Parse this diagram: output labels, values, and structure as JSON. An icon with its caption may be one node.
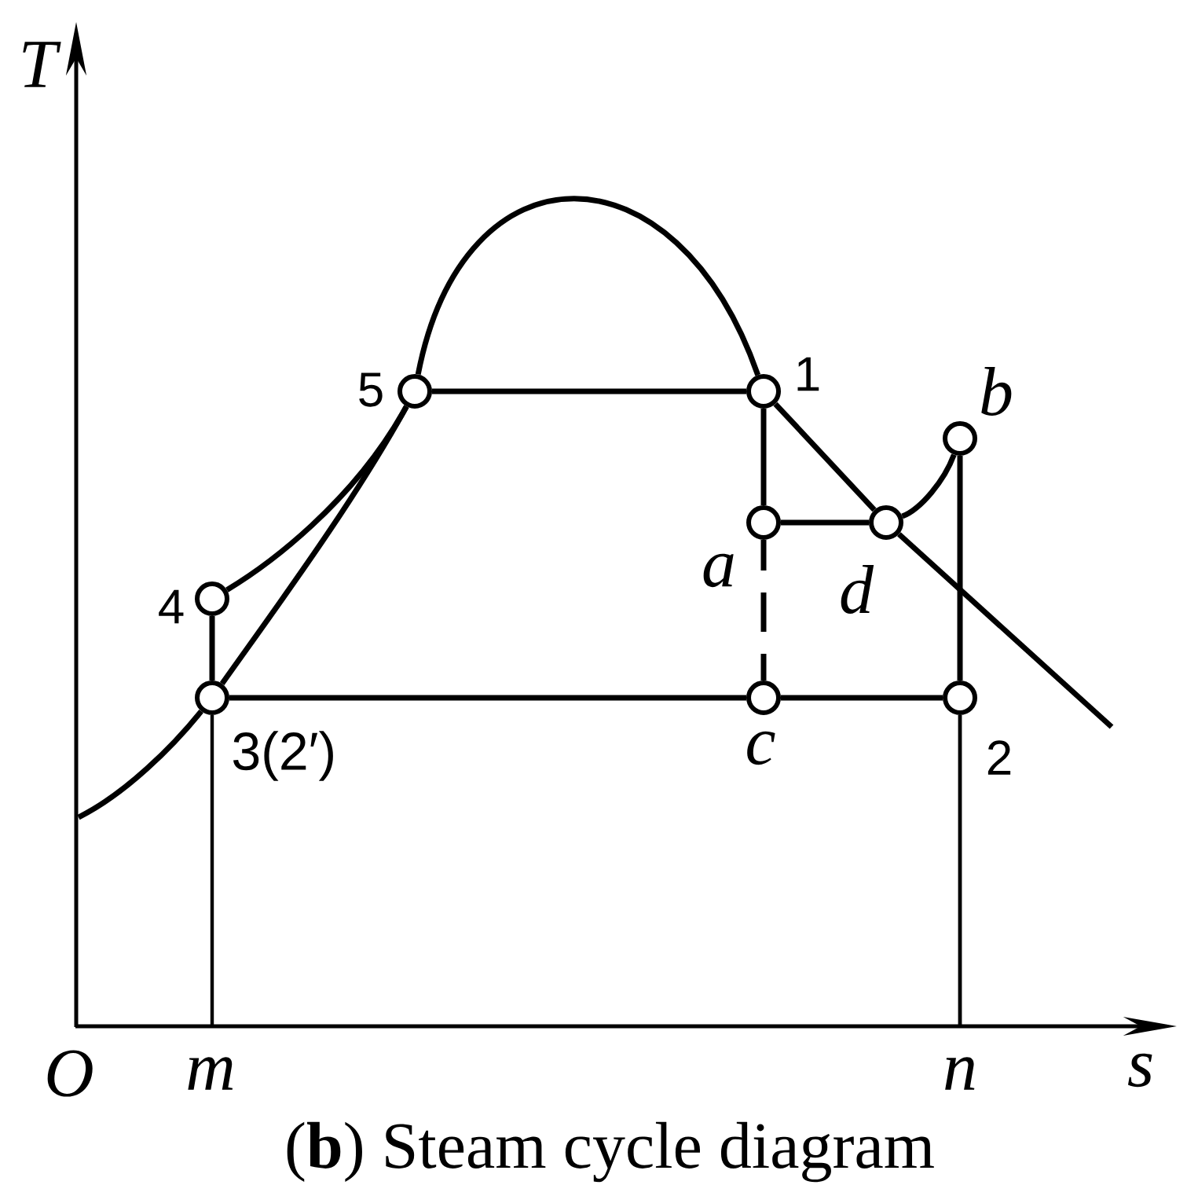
{
  "diagram": {
    "caption": "(**b**) Steam cycle diagram",
    "nodes": [
      {
        "text": [],
        "shape": "circle",
        "beside": [
          "5"
        ]
      },
      {
        "text": [],
        "shape": "circle",
        "beside": [
          "1"
        ]
      },
      {
        "text": [],
        "shape": "circle",
        "beside": [
          "b"
        ]
      },
      {
        "text": [],
        "shape": "circle",
        "beside": [
          "a"
        ]
      },
      {
        "text": [],
        "shape": "circle",
        "beside": [
          "d"
        ]
      },
      {
        "text": [],
        "shape": "circle",
        "beside": [
          "4"
        ]
      },
      {
        "text": [],
        "shape": "circle",
        "beside": [
          "3(2′)"
        ]
      },
      {
        "text": [],
        "shape": "circle",
        "beside": [
          "c"
        ]
      },
      {
        "text": [],
        "shape": "circle",
        "beside": [
          "2"
        ]
      }
    ],
    "edges": [
      {
        "from": null,
        "to": 6,
        "arrow": "none"
      },
      {
        "from": 6,
        "to": 0,
        "arrow": "none"
      },
      {
        "from": 0,
        "to": 1,
        "arrow": "none"
      },
      {
        "from": 1,
        "to": 4,
        "arrow": "none"
      },
      {
        "from": 4,
        "to": null,
        "arrow": "none"
      },
      {
        "from": 0,
        "to": 1,
        "arrow": "none"
      },
      {
        "from": 1,
        "to": 3,
        "arrow": "none"
      },
      {
        "from": 3,
        "to": 4,
        "arrow": "none"
      },
      {
        "from": 4,
        "to": 2,
        "arrow": "none"
      },
      {
        "from": 2,
        "to": 8,
        "arrow": "none"
      },
      {
        "from": 8,
        "to": 7,
        "arrow": "none"
      },
      {
        "from": 7,
        "to": 3,
        "arrow": "none",
        "style": "dashed"
      },
      {
        "from": 7,
        "to": 6,
        "arrow": "none"
      },
      {
        "from": 6,
        "to": 5,
        "arrow": "none"
      },
      {
        "from": 5,
        "to": 0,
        "arrow": "none"
      },
      {
        "from": 6,
        "to": null,
        "arrow": "none"
      },
      {
        "from": 8,
        "to": null,
        "arrow": "none"
      }
    ],
    "labels": [
      "T",
      "O",
      "m",
      "n",
      "s"
    ]
  }
}
